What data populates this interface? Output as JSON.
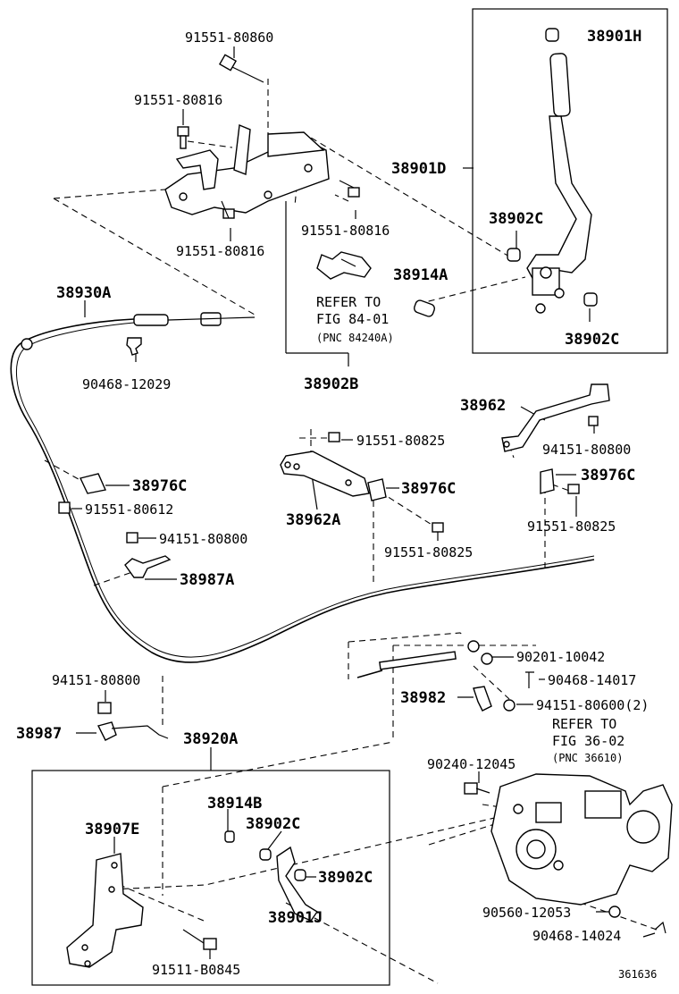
{
  "labels": {
    "p1": "91551-80860",
    "p2": "91551-80816",
    "p3": "91551-80816",
    "p4": "91551-80816",
    "p5": "38901H",
    "p6": "38901D",
    "p7": "38902C",
    "p8": "38914A",
    "p9": "38902C",
    "p10": "38930A",
    "p11": "90468-12029",
    "p12": "38902B",
    "p13": "38962",
    "p14": "91551-80825",
    "p15": "94151-80800",
    "p16": "38976C",
    "p17": "38976C",
    "p18": "38976C",
    "p19": "38962A",
    "p20": "91551-80612",
    "p21": "91551-80825",
    "p22": "91551-80825",
    "p23": "94151-80800",
    "p24": "38987A",
    "p25": "90201-10042",
    "p26": "90468-14017",
    "p27": "94151-80800",
    "p28": "38982",
    "p29": "94151-80600(2)",
    "p30": "38987",
    "p31": "38920A",
    "p32": "90240-12045",
    "p33": "38914B",
    "p34": "38902C",
    "p35": "38907E",
    "p36": "38902C",
    "p37": "90560-12053",
    "p38": "38901J",
    "p39": "90468-14024",
    "p40": "91511-B0845",
    "ref1": [
      "REFER TO",
      "FIG 84-01",
      "(PNC 84240A)"
    ],
    "ref2": [
      "REFER TO",
      "FIG 36-02",
      "(PNC 36610)"
    ],
    "figure_number": "361636"
  }
}
